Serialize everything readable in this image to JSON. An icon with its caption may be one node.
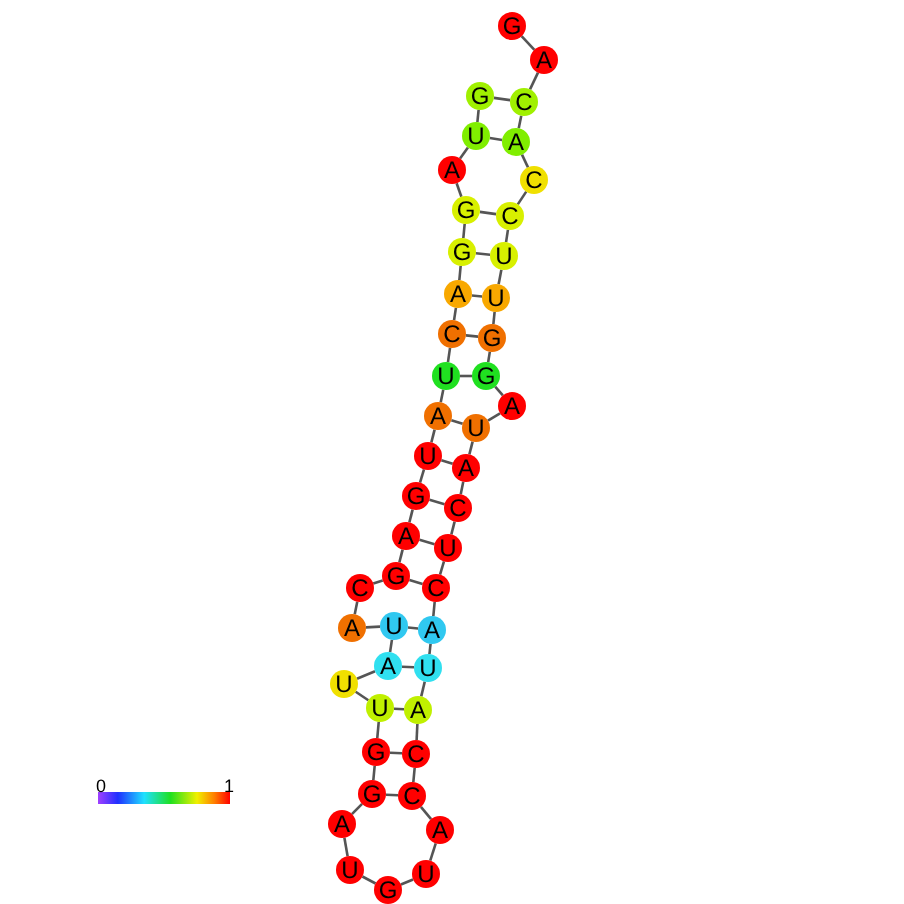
{
  "diagram": {
    "nodes": [
      {
        "text": [
          "G"
        ]
      },
      {
        "text": [
          "U"
        ]
      },
      {
        "text": [
          "A"
        ]
      },
      {
        "text": [
          "G"
        ]
      },
      {
        "text": [
          "G"
        ]
      },
      {
        "text": [
          "A"
        ]
      },
      {
        "text": [
          "C"
        ]
      },
      {
        "text": [
          "U"
        ]
      },
      {
        "text": [
          "A"
        ]
      },
      {
        "text": [
          "U"
        ]
      },
      {
        "text": [
          "G"
        ]
      },
      {
        "text": [
          "A"
        ]
      },
      {
        "text": [
          "G"
        ]
      },
      {
        "text": [
          "C"
        ]
      },
      {
        "text": [
          "A"
        ]
      },
      {
        "text": [
          "U"
        ]
      },
      {
        "text": [
          "A"
        ]
      },
      {
        "text": [
          "U"
        ]
      },
      {
        "text": [
          "U"
        ]
      },
      {
        "text": [
          "G"
        ]
      },
      {
        "text": [
          "G"
        ]
      },
      {
        "text": [
          "A"
        ]
      },
      {
        "text": [
          "U"
        ]
      },
      {
        "text": [
          "G"
        ]
      },
      {
        "text": [
          "U"
        ]
      },
      {
        "text": [
          "A"
        ]
      },
      {
        "text": [
          "C"
        ]
      },
      {
        "text": [
          "C"
        ]
      },
      {
        "text": [
          "A"
        ]
      },
      {
        "text": [
          "U"
        ]
      },
      {
        "text": [
          "A"
        ]
      },
      {
        "text": [
          "C"
        ]
      },
      {
        "text": [
          "U"
        ]
      },
      {
        "text": [
          "C"
        ]
      },
      {
        "text": [
          "A"
        ]
      },
      {
        "text": [
          "U"
        ]
      },
      {
        "text": [
          "A"
        ]
      },
      {
        "text": [
          "G"
        ]
      },
      {
        "text": [
          "G"
        ]
      },
      {
        "text": [
          "U"
        ]
      },
      {
        "text": [
          "U"
        ]
      },
      {
        "text": [
          "C"
        ]
      },
      {
        "text": [
          "C"
        ]
      },
      {
        "text": [
          "A"
        ]
      },
      {
        "text": [
          "C"
        ]
      },
      {
        "text": [
          "A"
        ]
      },
      {
        "text": [
          "G"
        ]
      }
    ],
    "edges": [
      {
        "from": 0,
        "to": 1,
        "arrow": "none"
      },
      {
        "from": 1,
        "to": 2,
        "arrow": "none"
      },
      {
        "from": 2,
        "to": 3,
        "arrow": "none"
      },
      {
        "from": 3,
        "to": 4,
        "arrow": "none"
      },
      {
        "from": 4,
        "to": 5,
        "arrow": "none"
      },
      {
        "from": 5,
        "to": 6,
        "arrow": "none"
      },
      {
        "from": 6,
        "to": 7,
        "arrow": "none"
      },
      {
        "from": 7,
        "to": 8,
        "arrow": "none"
      },
      {
        "from": 8,
        "to": 9,
        "arrow": "none"
      },
      {
        "from": 9,
        "to": 10,
        "arrow": "none"
      },
      {
        "from": 10,
        "to": 11,
        "arrow": "none"
      },
      {
        "from": 11,
        "to": 12,
        "arrow": "none"
      },
      {
        "from": 12,
        "to": 13,
        "arrow": "none"
      },
      {
        "from": 13,
        "to": 14,
        "arrow": "none"
      },
      {
        "from": 14,
        "to": 15,
        "arrow": "none"
      },
      {
        "from": 15,
        "to": 16,
        "arrow": "none"
      },
      {
        "from": 16,
        "to": 17,
        "arrow": "none"
      },
      {
        "from": 17,
        "to": 18,
        "arrow": "none"
      },
      {
        "from": 18,
        "to": 19,
        "arrow": "none"
      },
      {
        "from": 19,
        "to": 20,
        "arrow": "none"
      },
      {
        "from": 20,
        "to": 21,
        "arrow": "none"
      },
      {
        "from": 21,
        "to": 22,
        "arrow": "none"
      },
      {
        "from": 22,
        "to": 23,
        "arrow": "none"
      },
      {
        "from": 23,
        "to": 24,
        "arrow": "none"
      },
      {
        "from": 24,
        "to": 25,
        "arrow": "none"
      },
      {
        "from": 25,
        "to": 26,
        "arrow": "none"
      },
      {
        "from": 26,
        "to": 27,
        "arrow": "none"
      },
      {
        "from": 27,
        "to": 28,
        "arrow": "none"
      },
      {
        "from": 28,
        "to": 29,
        "arrow": "none"
      },
      {
        "from": 29,
        "to": 30,
        "arrow": "none"
      },
      {
        "from": 30,
        "to": 31,
        "arrow": "none"
      },
      {
        "from": 31,
        "to": 32,
        "arrow": "none"
      },
      {
        "from": 32,
        "to": 33,
        "arrow": "none"
      },
      {
        "from": 33,
        "to": 34,
        "arrow": "none"
      },
      {
        "from": 34,
        "to": 35,
        "arrow": "none"
      },
      {
        "from": 35,
        "to": 36,
        "arrow": "none"
      },
      {
        "from": 36,
        "to": 37,
        "arrow": "none"
      },
      {
        "from": 37,
        "to": 38,
        "arrow": "none"
      },
      {
        "from": 38,
        "to": 39,
        "arrow": "none"
      },
      {
        "from": 39,
        "to": 40,
        "arrow": "none"
      },
      {
        "from": 40,
        "to": 41,
        "arrow": "none"
      },
      {
        "from": 41,
        "to": 42,
        "arrow": "none"
      },
      {
        "from": 42,
        "to": 43,
        "arrow": "none"
      },
      {
        "from": 43,
        "to": 44,
        "arrow": "none"
      },
      {
        "from": 44,
        "to": 45,
        "arrow": "none"
      },
      {
        "from": 45,
        "to": 46,
        "arrow": "none"
      },
      {
        "from": 0,
        "to": 44,
        "arrow": "none"
      },
      {
        "from": 1,
        "to": 43,
        "arrow": "none"
      },
      {
        "from": 3,
        "to": 41,
        "arrow": "none"
      },
      {
        "from": 4,
        "to": 40,
        "arrow": "none"
      },
      {
        "from": 5,
        "to": 39,
        "arrow": "none"
      },
      {
        "from": 6,
        "to": 38,
        "arrow": "none"
      },
      {
        "from": 7,
        "to": 37,
        "arrow": "none"
      },
      {
        "from": 8,
        "to": 35,
        "arrow": "none"
      },
      {
        "from": 9,
        "to": 34,
        "arrow": "none"
      },
      {
        "from": 10,
        "to": 33,
        "arrow": "none"
      },
      {
        "from": 11,
        "to": 32,
        "arrow": "none"
      },
      {
        "from": 12,
        "to": 31,
        "arrow": "none"
      },
      {
        "from": 15,
        "to": 30,
        "arrow": "none"
      },
      {
        "from": 16,
        "to": 29,
        "arrow": "none"
      },
      {
        "from": 18,
        "to": 28,
        "arrow": "none"
      },
      {
        "from": 19,
        "to": 27,
        "arrow": "none"
      },
      {
        "from": 20,
        "to": 26,
        "arrow": "none"
      }
    ],
    "labels": [
      "0",
      "1"
    ]
  }
}
